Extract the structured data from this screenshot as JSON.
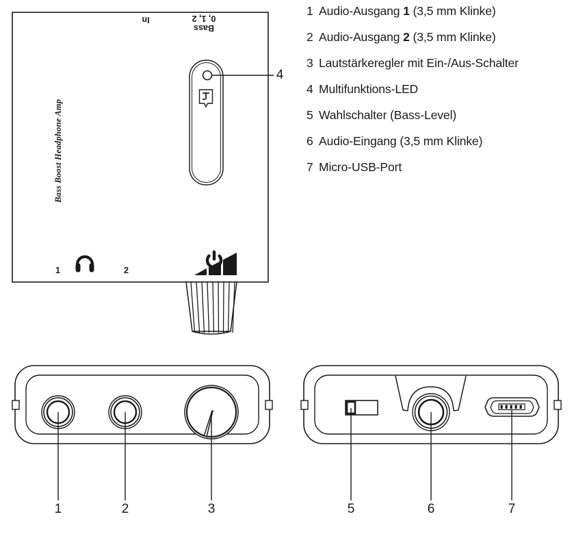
{
  "document": {
    "type": "product-diagram",
    "product_name": "Bass Boost Headphone Amp",
    "language": "de"
  },
  "top_view": {
    "brand_label": "Bass Boost Headphone Amp",
    "input_label": "In",
    "bass_label": "Bass",
    "bass_levels": "0, 1, 2",
    "output_1": "1",
    "output_2": "2",
    "headphone_icon": "headphone-icon",
    "power_icon": "power-icon",
    "volume_icon": "volume-gradient-icon",
    "led_callout": "4"
  },
  "front_panel": {
    "callouts": [
      "1",
      "2",
      "3"
    ]
  },
  "rear_panel": {
    "callouts": [
      "5",
      "6",
      "7"
    ]
  },
  "legend": {
    "items": [
      {
        "num": "1",
        "pre": "Audio-Ausgang ",
        "bold": "1",
        "post": " (3,5 mm Klinke)"
      },
      {
        "num": "2",
        "pre": "Audio-Ausgang ",
        "bold": "2",
        "post": " (3,5 mm Klinke)"
      },
      {
        "num": "3",
        "pre": "Lautstärkeregler mit Ein-/Aus-Schalter",
        "bold": "",
        "post": ""
      },
      {
        "num": "4",
        "pre": "Multifunktions-LED",
        "bold": "",
        "post": ""
      },
      {
        "num": "5",
        "pre": "Wahlschalter (Bass-Level)",
        "bold": "",
        "post": ""
      },
      {
        "num": "6",
        "pre": "Audio-Eingang (3,5 mm Klinke)",
        "bold": "",
        "post": ""
      },
      {
        "num": "7",
        "pre": "Micro-USB-Port",
        "bold": "",
        "post": ""
      }
    ]
  },
  "colors": {
    "line": "#1a1a1a",
    "background": "#ffffff",
    "fill": "#ffffff"
  }
}
